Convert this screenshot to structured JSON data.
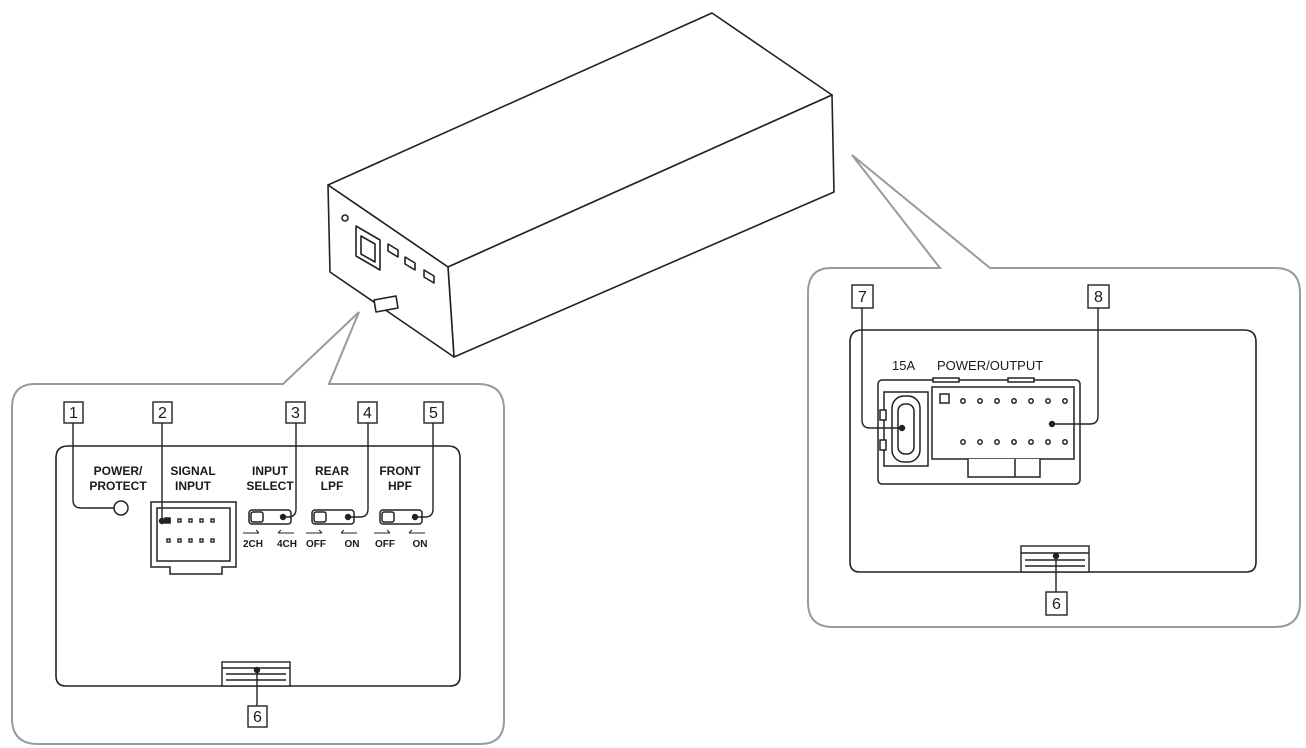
{
  "left_panel": {
    "callouts": [
      "1",
      "2",
      "3",
      "4",
      "5",
      "6"
    ],
    "labels": {
      "power_protect": [
        "POWER/",
        "PROTECT"
      ],
      "signal_input": [
        "SIGNAL",
        "INPUT"
      ],
      "input_select": [
        "INPUT",
        "SELECT"
      ],
      "rear_lpf": [
        "REAR",
        "LPF"
      ],
      "front_hpf": [
        "FRONT",
        "HPF"
      ]
    },
    "switch_positions": {
      "input_select": [
        "2CH",
        "4CH"
      ],
      "rear_lpf": [
        "OFF",
        "ON"
      ],
      "front_hpf": [
        "OFF",
        "ON"
      ]
    }
  },
  "right_panel": {
    "callouts": [
      "7",
      "8",
      "6"
    ],
    "labels": {
      "fuse": "15A",
      "power_output": "POWER/OUTPUT"
    }
  }
}
